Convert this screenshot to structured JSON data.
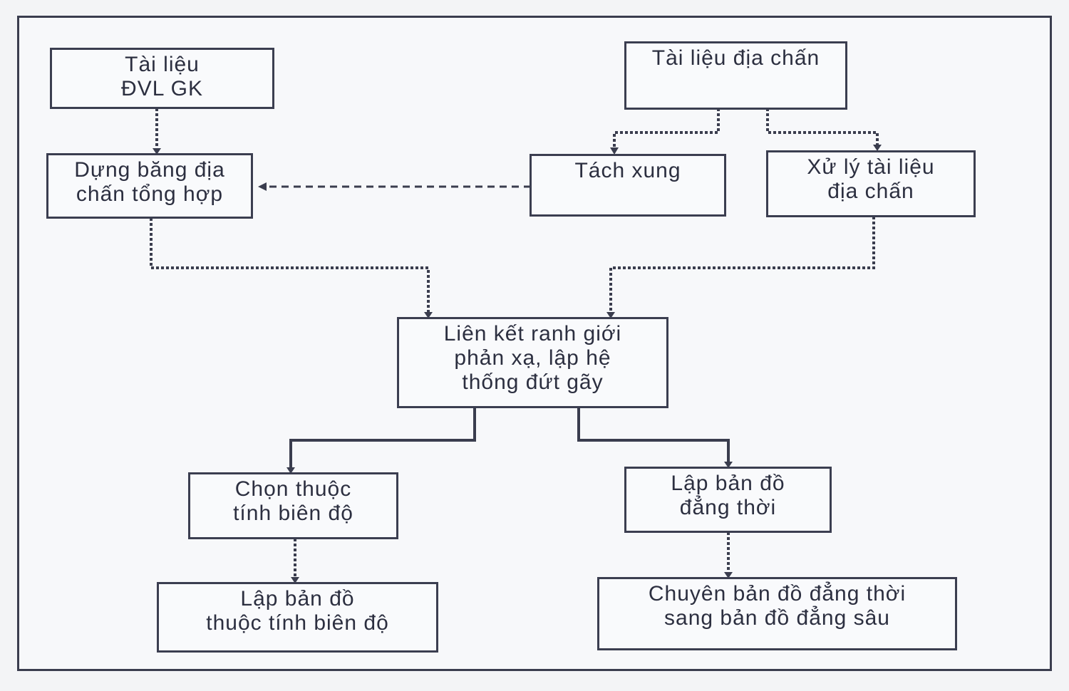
{
  "diagram": {
    "nodes": {
      "dvl": {
        "lines": [
          "Tài liệu",
          "ĐVL GK"
        ]
      },
      "seismic": {
        "lines": [
          "Tài liệu địa chấn"
        ]
      },
      "synthetic": {
        "lines": [
          "Dựng băng địa",
          "chấn tổng hợp"
        ]
      },
      "pulse": {
        "lines": [
          "Tách xung"
        ]
      },
      "processing": {
        "lines": [
          "Xử lý tài liệu",
          "địa chấn"
        ]
      },
      "correlation": {
        "lines": [
          "Liên kết ranh giới",
          "phản xạ, lập hệ",
          "thống đứt gãy"
        ]
      },
      "amplitude_attr": {
        "lines": [
          "Chọn thuộc",
          "tính biên độ"
        ]
      },
      "isochron": {
        "lines": [
          "Lập bản đồ",
          "đẳng thời"
        ]
      },
      "amplitude_map": {
        "lines": [
          "Lập bản đồ",
          "thuộc tính biên độ"
        ]
      },
      "depth_convert": {
        "lines": [
          "Chuyên bản đồ đẳng thời",
          "sang bản đồ đẳng sâu"
        ]
      }
    },
    "edges": [
      {
        "from": "dvl",
        "to": "synthetic",
        "style": "dotted"
      },
      {
        "from": "seismic",
        "to": "pulse",
        "style": "dotted"
      },
      {
        "from": "seismic",
        "to": "processing",
        "style": "dotted"
      },
      {
        "from": "pulse",
        "to": "synthetic",
        "style": "dashed"
      },
      {
        "from": "synthetic",
        "to": "correlation",
        "style": "dotted"
      },
      {
        "from": "processing",
        "to": "correlation",
        "style": "dotted"
      },
      {
        "from": "correlation",
        "to": "amplitude_attr",
        "style": "solid"
      },
      {
        "from": "correlation",
        "to": "isochron",
        "style": "solid"
      },
      {
        "from": "amplitude_attr",
        "to": "amplitude_map",
        "style": "dotted"
      },
      {
        "from": "isochron",
        "to": "depth_convert",
        "style": "dotted"
      }
    ]
  }
}
